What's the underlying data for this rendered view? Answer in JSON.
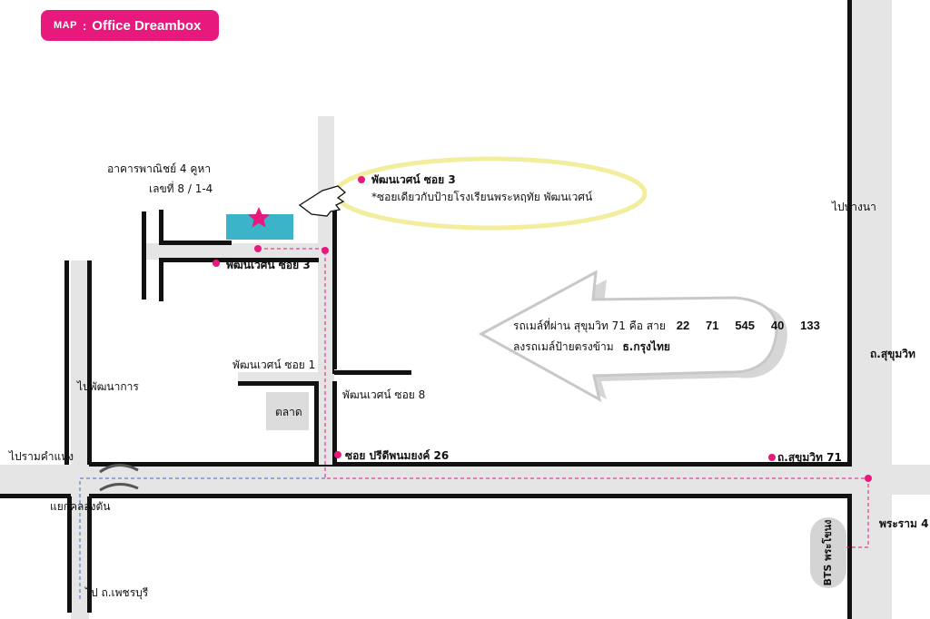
{
  "header": {
    "prefix": "MAP",
    "separator": ":",
    "title": "Office Dreambox"
  },
  "colors": {
    "accent": "#e8197d",
    "road": "#e5e5e5",
    "road_edge": "#111111",
    "building": "#3bb4c9",
    "highlight": "#f2ee9e"
  },
  "labels": {
    "building_line1": "อาคารพาณิชย์ 4 คูหา",
    "building_line2": "เลขที่ 8 / 1-4",
    "soi3_top": "พัฒนเวศน์ ซอย 3",
    "soi3_note": "*ซอยเดียวกับป้ายโรงเรียนพระหฤทัย พัฒนเวศน์",
    "soi3_left": "พัฒนเวศน์ ซอย 3",
    "soi1": "พัฒนเวศน์ ซอย 1",
    "soi8": "พัฒนเวศน์ ซอย 8",
    "market": "ตลาด",
    "pridi": "ซอย ปรีดีพนมยงค์ 26",
    "sukhumvit71": "ถ.สุขุมวิท 71",
    "to_bangna": "ไปบางนา",
    "sukhumvit": "ถ.สุขุมวิท",
    "rama4": "พระราม 4",
    "bts": "BTS พระโขนง",
    "to_pattanakarn": "ไปพัฒนาการ",
    "to_ramkhamhaeng": "ไปรามคำแหง",
    "khlongtan": "แยกคลองตัน",
    "to_phetchaburi": "ไป ถ.เพชรบุรี"
  },
  "bus_info": {
    "line1_text": "รถเมล์ที่ผ่าน สุขุมวิท 71 คือ สาย",
    "routes": [
      "22",
      "71",
      "545",
      "40",
      "133"
    ],
    "line2_text": "ลงรถเมล์ป้ายตรงข้าม",
    "bank": "ธ.กรุงไทย"
  },
  "icons": {
    "location": "star-icon",
    "pointer": "pointing-hand-icon",
    "direction": "left-arrow-icon"
  }
}
